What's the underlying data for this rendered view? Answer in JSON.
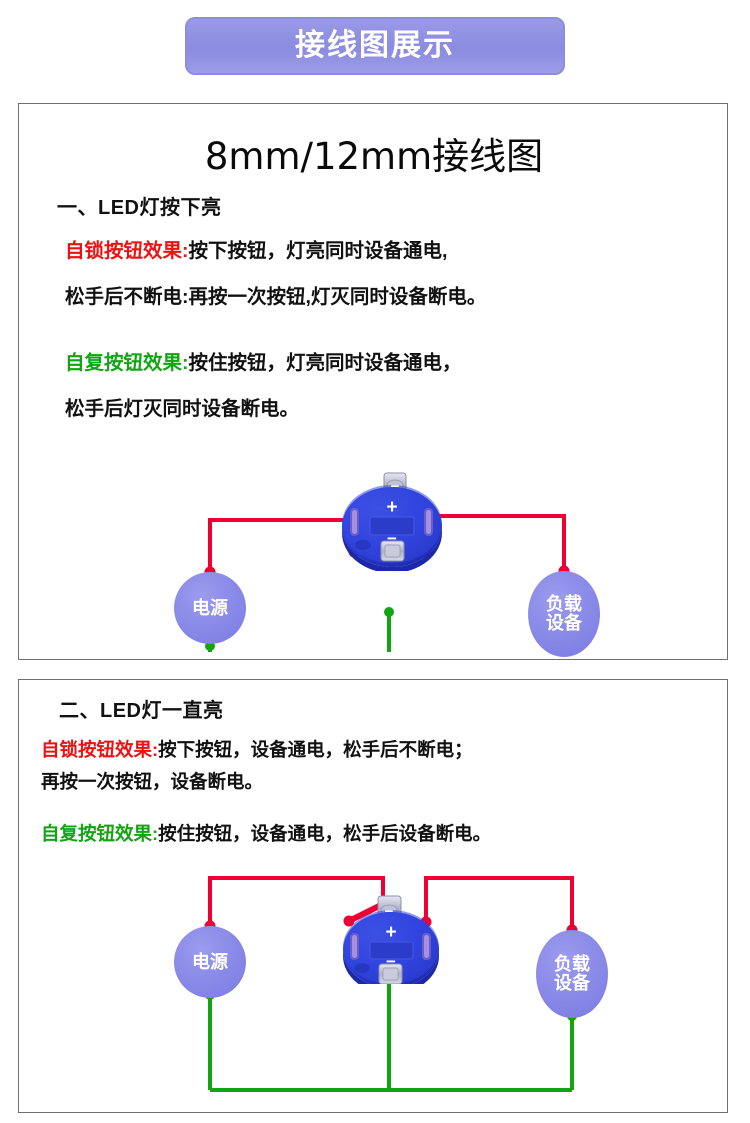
{
  "header": {
    "banner_label": "接线图展示",
    "banner_bg": "#8b8be0",
    "banner_text_color": "#ffffff"
  },
  "document": {
    "title": "8mm/12mm接线图"
  },
  "colors": {
    "wire_positive": "#ee0033",
    "wire_negative": "#11a511",
    "node_fill": "#8a8ae8",
    "button_body": "#2b3fd9",
    "self_lock_tag": "#ee1111",
    "momentary_tag": "#11a511",
    "panel_border": "#707070"
  },
  "sections": [
    {
      "heading": "一、LED灯按下亮",
      "paragraphs": [
        {
          "tag": "自锁按钮效果:",
          "tag_color": "#ee1111",
          "lines": [
            "按下按钮，灯亮同时设备通电,",
            "松手后不断电:再按一次按钮,灯灭同时设备断电。"
          ]
        },
        {
          "tag": "自复按钮效果:",
          "tag_color": "#11a511",
          "lines": [
            "按住按钮，灯亮同时设备通电，",
            "松手后灯灭同时设备断电。"
          ]
        }
      ],
      "diagram": {
        "power_label": "电源",
        "load_label_line1": "负载",
        "load_label_line2": "设备",
        "button_plus": "+",
        "button_minus_top": "−",
        "button_minus_bottom": "−"
      }
    },
    {
      "heading": "二、LED灯一直亮",
      "paragraphs": [
        {
          "tag": "自锁按钮效果:",
          "tag_color": "#ee1111",
          "lines": [
            "按下按钮，设备通电，松手后不断电；",
            "再按一次按钮，设备断电。"
          ]
        },
        {
          "tag": "自复按钮效果:",
          "tag_color": "#11a511",
          "lines": [
            "按住按钮，设备通电，松手后设备断电。"
          ]
        }
      ],
      "diagram": {
        "power_label": "电源",
        "load_label_line1": "负载",
        "load_label_line2": "设备",
        "button_plus": "+",
        "button_minus_top": "−",
        "button_minus_bottom": "−"
      }
    }
  ]
}
